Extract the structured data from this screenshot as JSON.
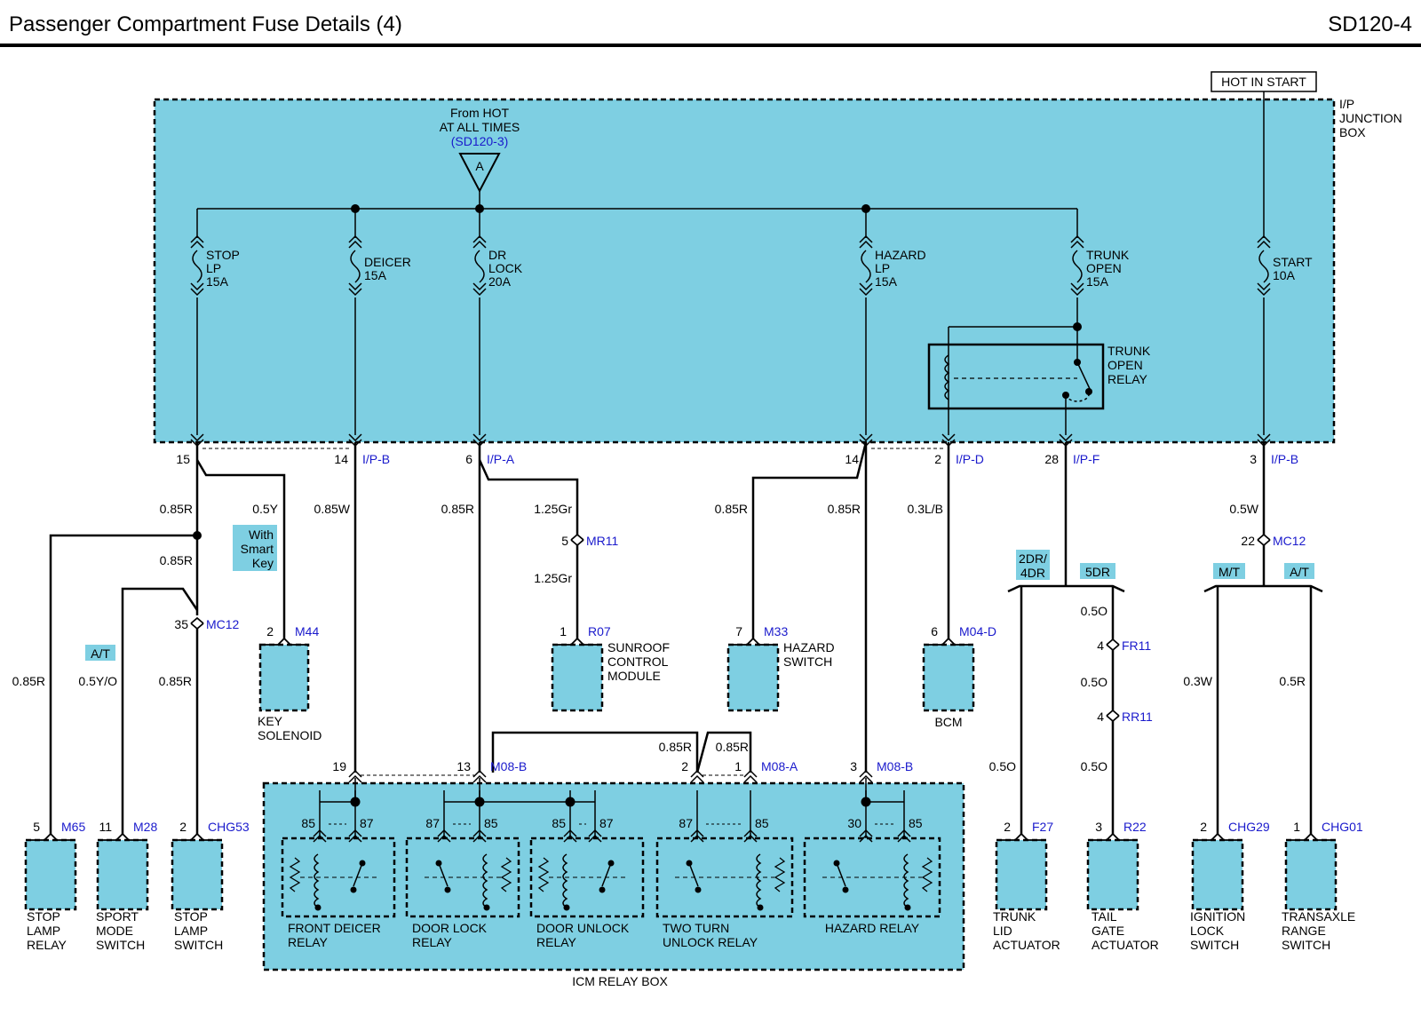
{
  "header": {
    "title": "Passenger Compartment Fuse Details (4)",
    "code": "SD120-4"
  },
  "colors": {
    "box": "#7ecfe2",
    "ref": "#1a1acc",
    "line": "#000000"
  },
  "junction_box": {
    "name": [
      "I/P",
      "JUNCTION",
      "BOX"
    ]
  },
  "hot_in_start": "HOT IN START",
  "source": {
    "line1": "From HOT",
    "line2": "AT ALL TIMES",
    "ref": "(SD120-3)",
    "symbol": "A"
  },
  "fuses": [
    {
      "lines": [
        "STOP",
        "LP",
        "15A"
      ]
    },
    {
      "lines": [
        "DEICER",
        "15A"
      ]
    },
    {
      "lines": [
        "DR",
        "LOCK",
        "20A"
      ]
    },
    {
      "lines": [
        "HAZARD",
        "LP",
        "15A"
      ]
    },
    {
      "lines": [
        "TRUNK",
        "OPEN",
        "15A"
      ]
    },
    {
      "lines": [
        "START",
        "10A"
      ]
    }
  ],
  "trunk_relay": {
    "lines": [
      "TRUNK",
      "OPEN",
      "RELAY"
    ]
  },
  "pins": [
    {
      "pin": "15",
      "conn": ""
    },
    {
      "pin": "14",
      "conn": "I/P-B"
    },
    {
      "pin": "6",
      "conn": "I/P-A"
    },
    {
      "pin": "14",
      "conn": ""
    },
    {
      "pin": "2",
      "conn": "I/P-D"
    },
    {
      "pin": "28",
      "conn": "I/P-F"
    },
    {
      "pin": "3",
      "conn": "I/P-B"
    }
  ],
  "wires": [
    "0.85R",
    "0.85R",
    "0.5Y",
    "0.85W",
    "0.85R",
    "1.25Gr",
    "1.25Gr",
    "0.85R",
    "0.85R",
    "0.3L/B",
    "0.5W",
    "0.85R",
    "0.5Y/O",
    "0.85R",
    "0.5O",
    "0.5O",
    "0.5O",
    "0.5O",
    "0.3W",
    "0.5R",
    "0.85R",
    "0.85R"
  ],
  "tags": {
    "smart_key": [
      "With",
      "Smart",
      "Key"
    ],
    "at_left": "A/T",
    "dr": [
      "2DR/",
      "4DR"
    ],
    "fivedr": "5DR",
    "mt": "M/T",
    "at_right": "A/T"
  },
  "connectors": [
    {
      "pin": "5",
      "conn": "MR11"
    },
    {
      "pin": "35",
      "conn": "MC12"
    },
    {
      "pin": "22",
      "conn": "MC12"
    },
    {
      "pin": "4",
      "conn": "FR11"
    },
    {
      "pin": "4",
      "conn": "RR11"
    }
  ],
  "components": [
    {
      "pin": "2",
      "conn": "M44",
      "lines": [
        "KEY",
        "SOLENOID"
      ]
    },
    {
      "pin": "1",
      "conn": "R07",
      "lines": [
        "SUNROOF",
        "CONTROL",
        "MODULE"
      ]
    },
    {
      "pin": "7",
      "conn": "M33",
      "lines": [
        "HAZARD",
        "SWITCH"
      ]
    },
    {
      "pin": "6",
      "conn": "M04-D",
      "lines": [
        "BCM"
      ]
    },
    {
      "pin": "5",
      "conn": "M65",
      "lines": [
        "STOP",
        "LAMP",
        "RELAY"
      ]
    },
    {
      "pin": "11",
      "conn": "M28",
      "lines": [
        "SPORT",
        "MODE",
        "SWITCH"
      ]
    },
    {
      "pin": "2",
      "conn": "CHG53",
      "lines": [
        "STOP",
        "LAMP",
        "SWITCH"
      ]
    },
    {
      "pin": "2",
      "conn": "F27",
      "lines": [
        "TRUNK",
        "LID",
        "ACTUATOR"
      ]
    },
    {
      "pin": "3",
      "conn": "R22",
      "lines": [
        "TAIL",
        "GATE",
        "ACTUATOR"
      ]
    },
    {
      "pin": "2",
      "conn": "CHG29",
      "lines": [
        "IGNITION",
        "LOCK",
        "SWITCH"
      ]
    },
    {
      "pin": "1",
      "conn": "CHG01",
      "lines": [
        "TRANSAXLE",
        "RANGE",
        "SWITCH"
      ]
    }
  ],
  "icm": {
    "name": "ICM RELAY BOX",
    "pins": [
      {
        "pin": "19",
        "conn": ""
      },
      {
        "pin": "13",
        "conn": "M08-B"
      },
      {
        "pin": "2",
        "conn": ""
      },
      {
        "pin": "1",
        "conn": "M08-A"
      },
      {
        "pin": "3",
        "conn": "M08-B"
      }
    ],
    "relays": [
      {
        "lines": [
          "FRONT DEICER",
          "RELAY"
        ],
        "t1": "85",
        "t2": "87"
      },
      {
        "lines": [
          "DOOR LOCK",
          "RELAY"
        ],
        "t1": "87",
        "t2": "85"
      },
      {
        "lines": [
          "DOOR UNLOCK",
          "RELAY"
        ],
        "t1": "85",
        "t2": "87"
      },
      {
        "lines": [
          "TWO TURN",
          "UNLOCK RELAY"
        ],
        "t1": "87",
        "t2": "85"
      },
      {
        "lines": [
          "HAZARD RELAY"
        ],
        "t1": "30",
        "t2": "85"
      }
    ]
  }
}
